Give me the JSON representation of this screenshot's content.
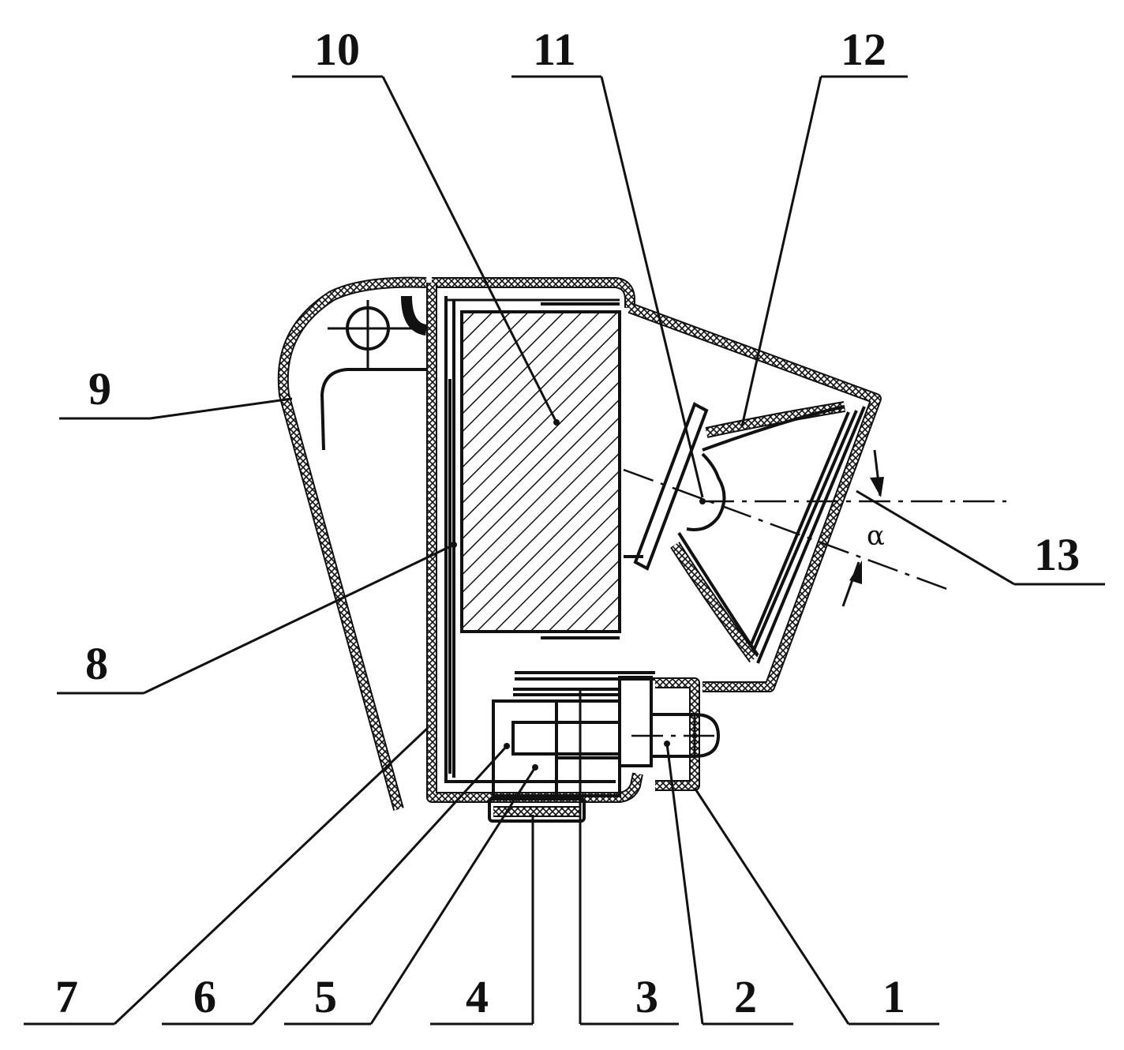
{
  "labels": {
    "l1": "1",
    "l2": "2",
    "l3": "3",
    "l4": "4",
    "l5": "5",
    "l6": "6",
    "l7": "7",
    "l8": "8",
    "l9": "9",
    "l10": "10",
    "l11": "11",
    "l12": "12",
    "l13": "13"
  },
  "angle_symbol": "α"
}
